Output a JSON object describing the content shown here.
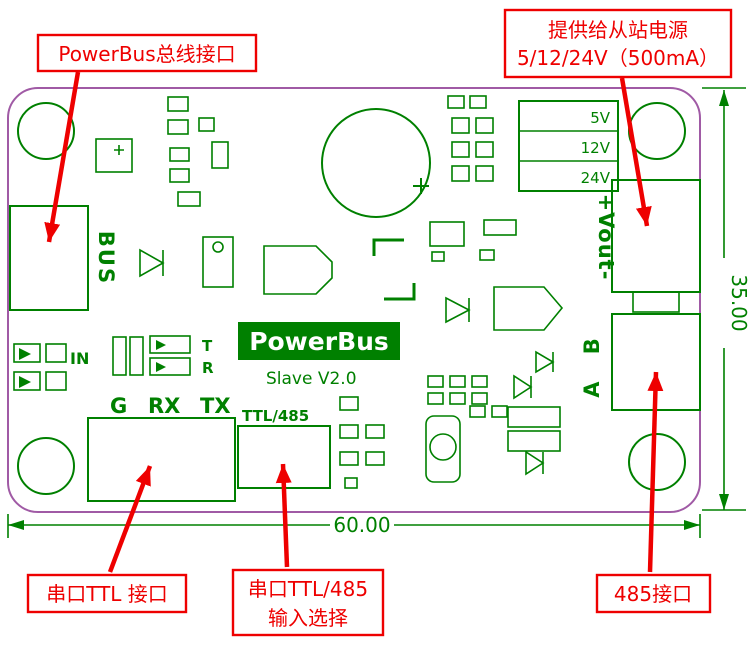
{
  "callouts": {
    "powerbus_interface": "PowerBus总线接口",
    "slave_power_line1": "提供给从站电源",
    "slave_power_line2": "5/12/24V（500mA）",
    "serial_ttl": "串口TTL 接口",
    "ttl485_select_line1": "串口TTL/485",
    "ttl485_select_line2": "输入选择",
    "rs485": "485接口"
  },
  "board": {
    "logo": "PowerBus",
    "version": "Slave V2.0",
    "bus": "BUS",
    "in": "IN",
    "t": "T",
    "r": "R",
    "g": "G",
    "rx": "RX",
    "tx": "TX",
    "ttl485": "TTL/485",
    "v5": "5V",
    "v12": "12V",
    "v24": "24V",
    "vout": "+Vout-",
    "ab": "A B"
  },
  "dimensions": {
    "width": "60.00",
    "height": "35.00"
  },
  "colors": {
    "component-green": "#008000",
    "board-outline": "#a05aa5",
    "callout-red": "#ee0000",
    "powerbus-bg": "#008000"
  }
}
